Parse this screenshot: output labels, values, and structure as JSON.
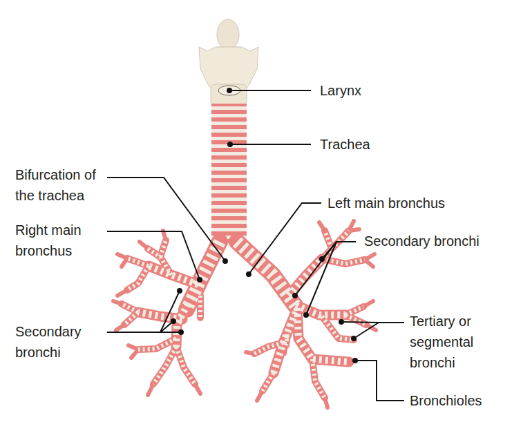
{
  "diagram": {
    "labels": [
      "Larynx",
      "Trachea",
      "Bifurcation of the trachea",
      "Left main bronchus",
      "Right main bronchus",
      "Secondary bronchi",
      "Secondary bronchi",
      "Tertiary or segmental bronchi",
      "Bronchioles"
    ]
  }
}
